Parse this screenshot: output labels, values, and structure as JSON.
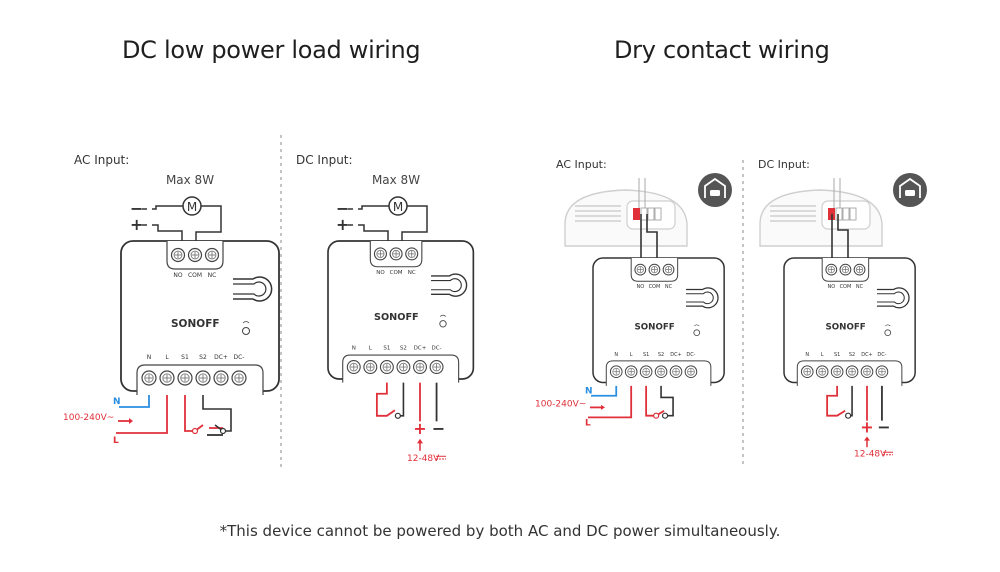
{
  "sections": [
    {
      "title": "DC low power load wiring",
      "panels": [
        {
          "input_label": "AC Input:",
          "load_label": "Max 8W",
          "motor_symbol": "M",
          "minus": "−",
          "plus": "+",
          "supply_label": "100-240V~",
          "n_label": "N",
          "l_label": "L"
        },
        {
          "input_label": "DC Input:",
          "load_label": "Max 8W",
          "motor_symbol": "M",
          "minus": "−",
          "plus": "+",
          "supply_label": "12-48V",
          "dc_plus": "+",
          "dc_minus": "−"
        }
      ]
    },
    {
      "title": "Dry contact wiring",
      "panels": [
        {
          "input_label": "AC Input:",
          "icon": "garage-door-icon",
          "supply_label": "100-240V~",
          "n_label": "N",
          "l_label": "L"
        },
        {
          "input_label": "DC Input:",
          "icon": "garage-door-icon",
          "supply_label": "12-48V",
          "dc_plus": "+",
          "dc_minus": "−"
        }
      ]
    }
  ],
  "device": {
    "brand": "SONOFF",
    "relay_terminals": [
      "NO",
      "COM",
      "NC"
    ],
    "input_terminals": [
      "N",
      "L",
      "S1",
      "S2",
      "DC+",
      "DC-"
    ]
  },
  "footnote": "*This device cannot be powered by both AC and DC power simultaneously.",
  "colors": {
    "live": "#e0303a",
    "neutral": "#2a8fe0",
    "line": "#333333",
    "ghost": "#cfcfcf"
  }
}
